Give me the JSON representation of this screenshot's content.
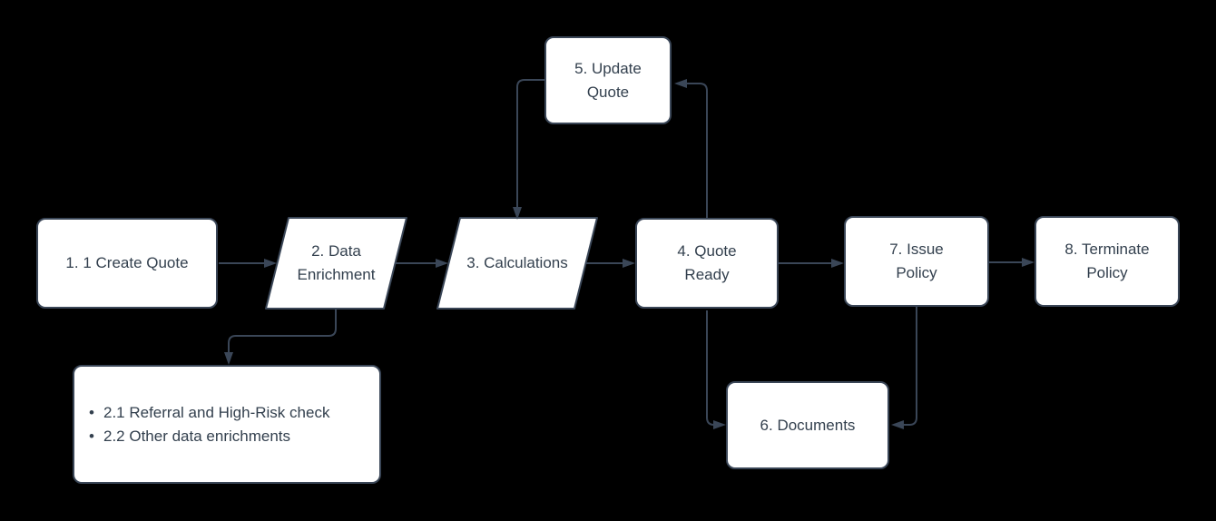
{
  "diagram": {
    "title": "quote-to-policy-flowchart",
    "colors": {
      "background": "#000000",
      "node_fill": "#ffffff",
      "stroke": "#3a4657",
      "text": "#33404e"
    },
    "nodes": {
      "create_quote": {
        "label": "1. 1 Create Quote",
        "shape": "rounded-rectangle"
      },
      "data_enrichment": {
        "label": "2. Data\nEnrichment",
        "shape": "parallelogram"
      },
      "calculations": {
        "label": "3. Calculations",
        "shape": "parallelogram"
      },
      "quote_ready": {
        "label": "4. Quote\nReady",
        "shape": "rounded-rectangle"
      },
      "update_quote": {
        "label": "5. Update\nQuote",
        "shape": "rounded-rectangle"
      },
      "documents": {
        "label": "6. Documents",
        "shape": "rounded-rectangle"
      },
      "issue_policy": {
        "label": "7. Issue\nPolicy",
        "shape": "rounded-rectangle"
      },
      "terminate_policy": {
        "label": "8. Terminate\nPolicy",
        "shape": "rounded-rectangle"
      },
      "enrichment_details": {
        "shape": "rounded-rectangle",
        "bullets": [
          "2.1 Referral and High-Risk check",
          "2.2 Other data enrichments"
        ]
      }
    },
    "edges": [
      {
        "from": "create_quote",
        "to": "data_enrichment"
      },
      {
        "from": "data_enrichment",
        "to": "calculations"
      },
      {
        "from": "calculations",
        "to": "quote_ready"
      },
      {
        "from": "quote_ready",
        "to": "update_quote"
      },
      {
        "from": "update_quote",
        "to": "calculations"
      },
      {
        "from": "quote_ready",
        "to": "issue_policy"
      },
      {
        "from": "quote_ready",
        "to": "documents"
      },
      {
        "from": "issue_policy",
        "to": "documents"
      },
      {
        "from": "issue_policy",
        "to": "terminate_policy"
      },
      {
        "from": "data_enrichment",
        "to": "enrichment_details"
      }
    ]
  }
}
